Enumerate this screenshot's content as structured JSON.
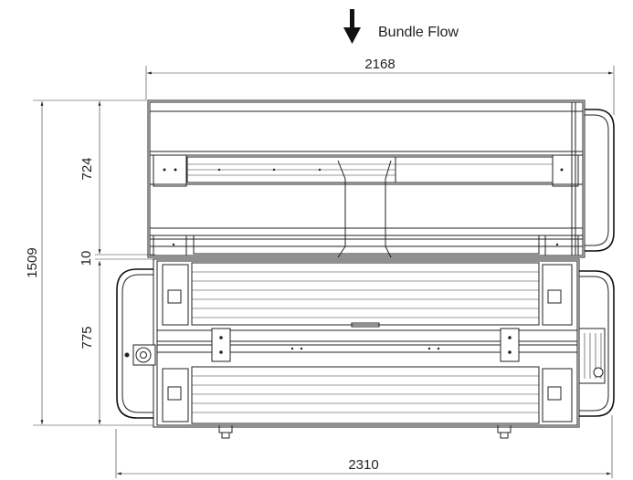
{
  "flow": {
    "label": "Bundle Flow",
    "icon": "down-arrow-icon"
  },
  "dimensions": {
    "top_width": "2168",
    "bottom_width": "2310",
    "total_height": "1509",
    "upper_height": "724",
    "gap": "10",
    "lower_height": "775"
  },
  "colors": {
    "line": "#222222",
    "background": "#ffffff"
  }
}
